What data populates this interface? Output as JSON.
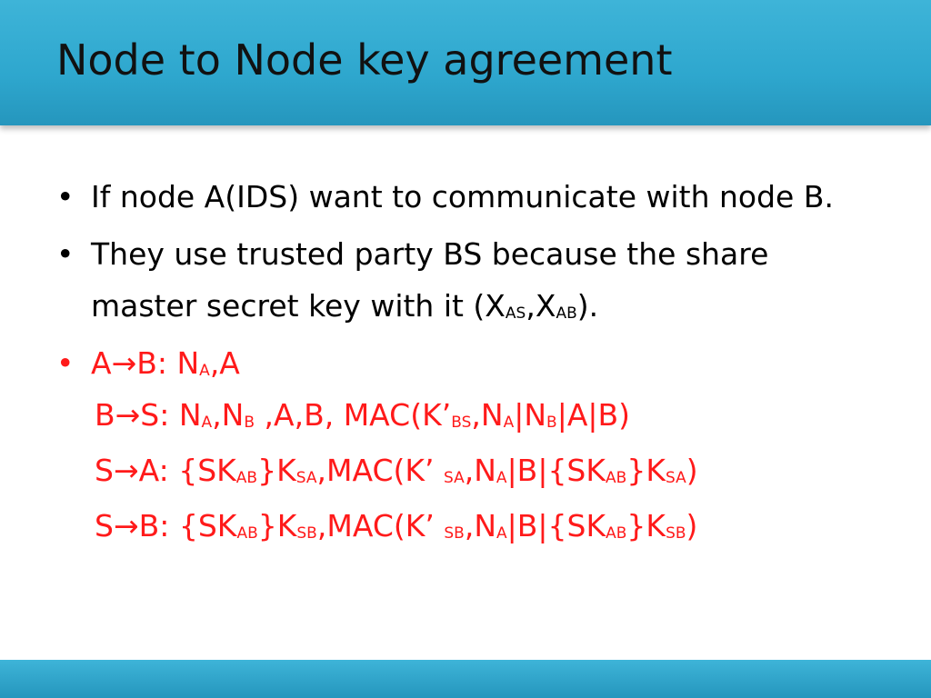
{
  "slide": {
    "title": "Node to Node key agreement",
    "bullet_char": "•",
    "arrow": "→",
    "bullets": {
      "b1": "If node A(IDS) want to communicate with node B.",
      "b2_text": "They use trusted party BS because the share master secret key with it (X",
      "b2_sub1": "AS",
      "b2_mid": ",X",
      "b2_sub2": "AB",
      "b2_end": ")."
    },
    "protocol": {
      "l1": {
        "a": "A",
        "b": "B: N",
        "s1": "A",
        "c": ",A"
      },
      "l2": {
        "a": "B",
        "b": "S: N",
        "s1": "A",
        "c": ",N",
        "s2": "B",
        "d": " ,A,B, MAC(K’",
        "s3": "BS",
        "e": ",N",
        "s4": "A",
        "f": "|N",
        "s5": "B",
        "g": "|A|B)"
      },
      "l3": {
        "a": "S",
        "b": "A: {SK",
        "s1": "AB",
        "c": "}K",
        "s2": "SA",
        "d": ",MAC(K’ ",
        "s3": "SA",
        "e": ",N",
        "s4": "A",
        "f": "|B|{SK",
        "s5": "AB",
        "g": "}K",
        "s6": "SA",
        "h": ")"
      },
      "l4": {
        "a": "S",
        "b": "B: {SK",
        "s1": "AB",
        "c": "}K",
        "s2": "SB",
        "d": ",MAC(K’ ",
        "s3": "SB",
        "e": ",N",
        "s4": "A",
        "f": "|B|{SK",
        "s5": "AB",
        "g": "}K",
        "s6": "SB",
        "h": ")"
      }
    },
    "colors": {
      "accent": "#2ea7ce",
      "protocol_text": "#ff1a1a",
      "title_text": "#111111"
    }
  }
}
